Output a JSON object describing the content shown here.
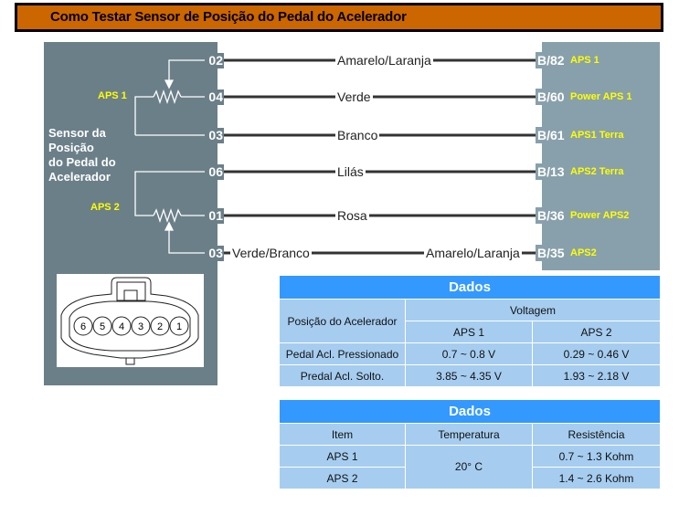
{
  "title": "Como Testar Sensor de Posição do Pedal do Acelerador",
  "sensor": {
    "name_lines": [
      "Sensor da",
      "Posição",
      "do Pedal do",
      "Acelerador"
    ],
    "aps1_label": "APS 1",
    "aps2_label": "APS 2"
  },
  "connections": [
    {
      "sensor_pin": "02",
      "wire_color": "Amarelo/Laranja",
      "ecu_pin": "B/82",
      "ecu_function": "APS 1"
    },
    {
      "sensor_pin": "04",
      "wire_color": "Verde",
      "ecu_pin": "B/60",
      "ecu_function": "Power APS 1"
    },
    {
      "sensor_pin": "03",
      "wire_color": "Branco",
      "ecu_pin": "B/61",
      "ecu_function": "APS1 Terra"
    },
    {
      "sensor_pin": "06",
      "wire_color": "Lilás",
      "ecu_pin": "B/13",
      "ecu_function": "APS2 Terra"
    },
    {
      "sensor_pin": "01",
      "wire_color": "Rosa",
      "ecu_pin": "B/36",
      "ecu_function": "Power APS2"
    },
    {
      "sensor_pin": "03",
      "wire_color": "Verde/Branco",
      "wire_color_ecu_side": "Amarelo/Laranja",
      "ecu_pin": "B/35",
      "ecu_function": "APS2"
    }
  ],
  "connector_pins": [
    "6",
    "5",
    "4",
    "3",
    "2",
    "1"
  ],
  "voltage_table": {
    "title": "Dados",
    "col_position": "Posição do Acelerador",
    "col_group": "Voltagem",
    "col_aps1": "APS 1",
    "col_aps2": "APS 2",
    "rows": [
      {
        "position": "Pedal Acl. Pressionado",
        "aps1": "0.7 ~ 0.8 V",
        "aps2": "0.29 ~ 0.46 V"
      },
      {
        "position": "Predal Acl. Solto.",
        "aps1": "3.85 ~ 4.35 V",
        "aps2": "1.93 ~ 2.18 V"
      }
    ]
  },
  "resistance_table": {
    "title": "Dados",
    "col_item": "Item",
    "col_temp": "Temperatura",
    "col_resist": "Resistência",
    "temperature": "20° C",
    "rows": [
      {
        "item": "APS 1",
        "resistance": "0.7 ~ 1.3 Kohm"
      },
      {
        "item": "APS 2",
        "resistance": "1.4 ~ 2.6 Kohm"
      }
    ]
  },
  "colors": {
    "title_bg": "#cc6600",
    "sensor_panel": "#6b7f89",
    "ecu_panel": "#88a0ab",
    "label_yellow": "#ffff00",
    "table_header": "#3399ff",
    "table_cell": "#a6cdf0"
  }
}
